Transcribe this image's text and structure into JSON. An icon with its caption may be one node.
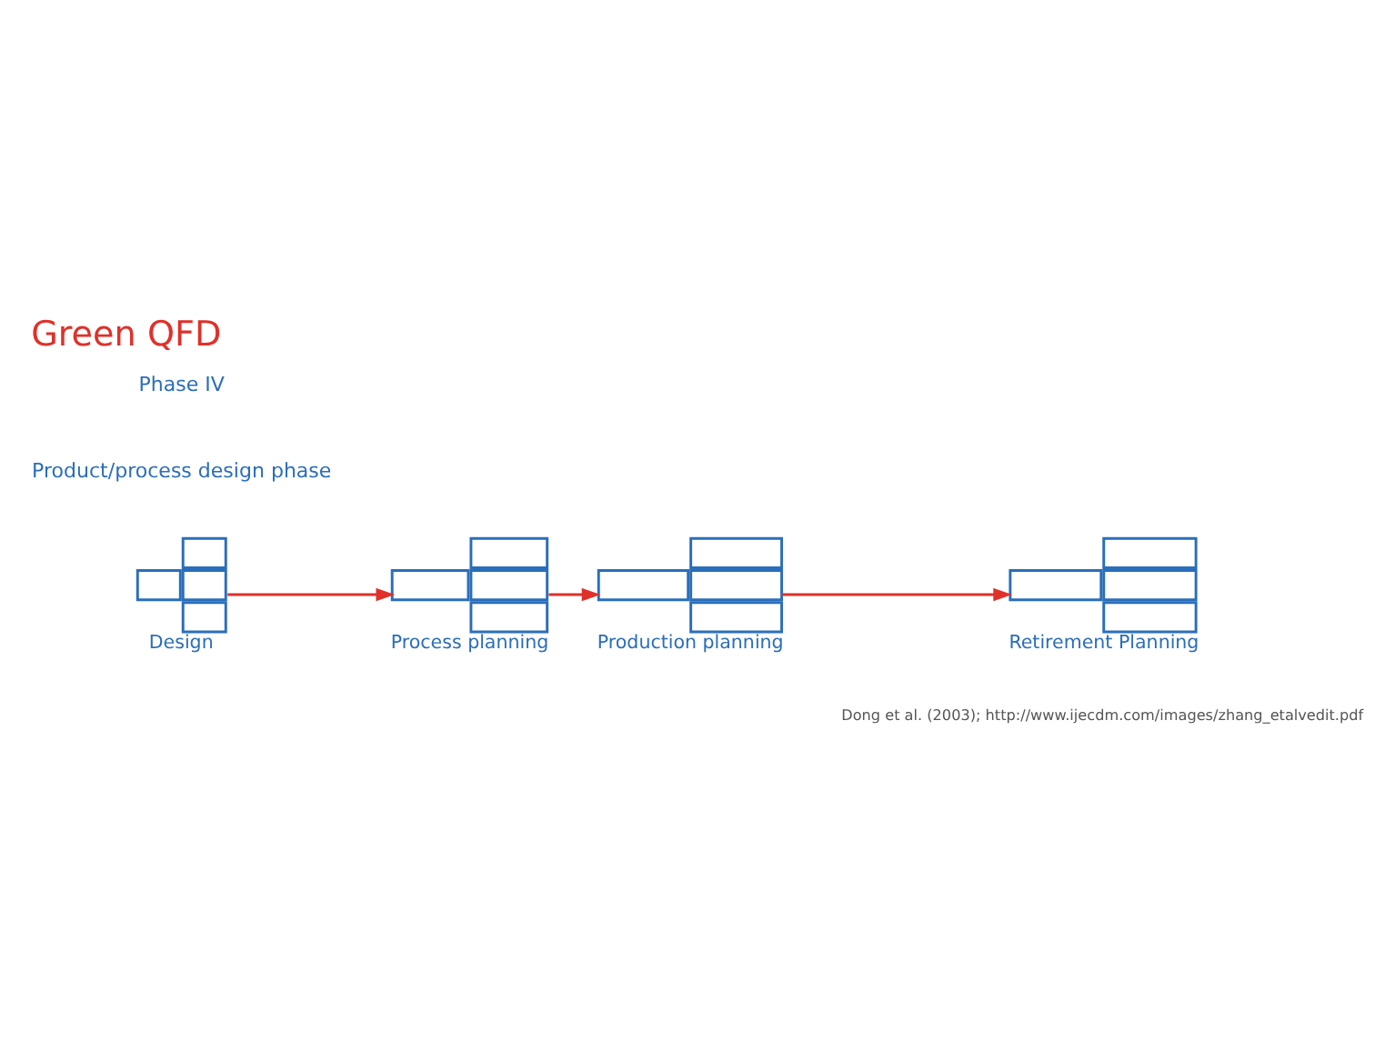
{
  "diagram": {
    "title": "Green QFD",
    "nodes": [
      {
        "text": [],
        "shape": "grid",
        "beside": [
          "Design"
        ]
      },
      {
        "text": [],
        "shape": "grid",
        "beside": [
          "Process planning"
        ]
      },
      {
        "text": [],
        "shape": "grid",
        "beside": [
          "Production planning"
        ]
      },
      {
        "text": [],
        "shape": "grid",
        "beside": [
          "Retirement Planning"
        ]
      }
    ],
    "edges": [
      {
        "from": 0,
        "to": 1,
        "arrow": "to"
      },
      {
        "from": 1,
        "to": 2,
        "arrow": "to"
      },
      {
        "from": 2,
        "to": 3,
        "arrow": "to"
      }
    ],
    "labels": [
      "Phase IV",
      "Product/process design phase",
      "Dong et al. (2003); http://www.ijecdm.com/images/zhang_etalvedit.pdf"
    ]
  }
}
